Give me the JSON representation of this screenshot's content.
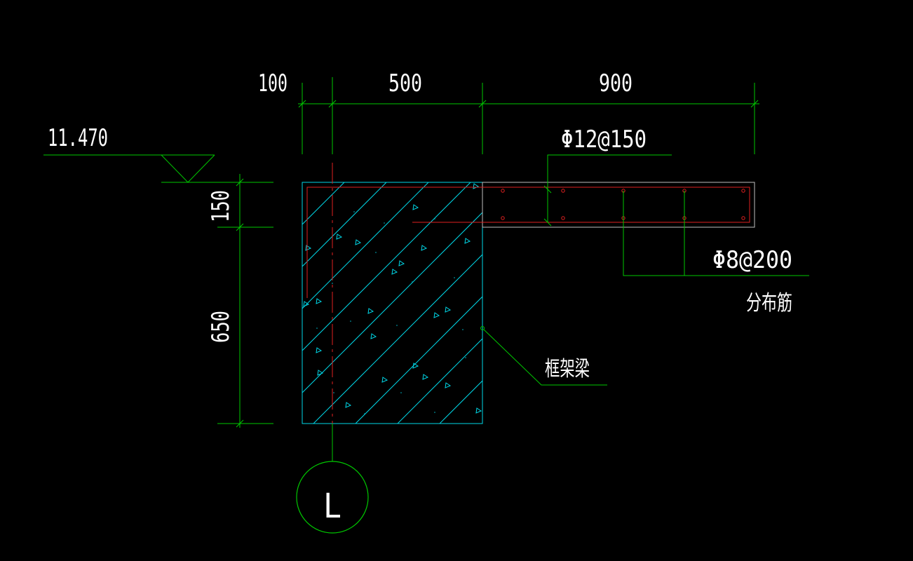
{
  "colors": {
    "background": "#000000",
    "dimension": "#00c800",
    "concrete": "#00d8e8",
    "rebar": "#e02020",
    "slab_outline": "#c0c0c0",
    "text": "#ffffff"
  },
  "dimensions": {
    "top": [
      "100",
      "500",
      "900"
    ],
    "left": [
      "150",
      "650"
    ]
  },
  "elevation": {
    "label": "11.470"
  },
  "annotations": {
    "top_rebar": "Φ12@150",
    "distribution_rebar": "Φ8@200",
    "distribution_rebar_name": "分布筋",
    "beam": "框架梁"
  },
  "axis": {
    "label": "L"
  }
}
